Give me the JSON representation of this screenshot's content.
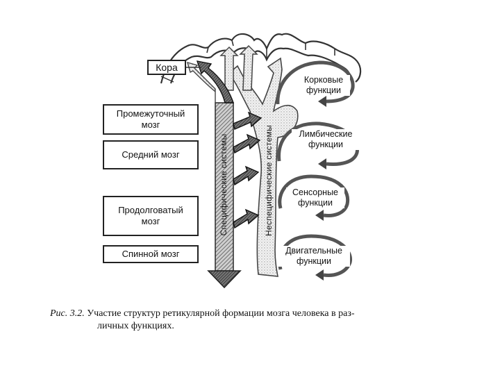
{
  "boxes": {
    "cortex": "Кора",
    "diencephalon_1": "Промежуточный",
    "diencephalon_2": "мозг",
    "midbrain": "Средний мозг",
    "medulla_1": "Продолговатый",
    "medulla_2": "мозг",
    "spinal": "Спинной мозг"
  },
  "systems": {
    "specific": "Специфические системы",
    "nonspecific": "Неспецифические системы"
  },
  "functions": {
    "cortical_1": "Корковые",
    "cortical_2": "функции",
    "limbic_1": "Лимбические",
    "limbic_2": "функции",
    "sensory_1": "Сенсорные",
    "sensory_2": "функции",
    "motor_1": "Двигательные",
    "motor_2": "функции"
  },
  "caption": {
    "number": "Рис. 3.2.",
    "line1": "Участие структур ретикулярной формации мозга человека в раз-",
    "line2": "личных функциях."
  }
}
